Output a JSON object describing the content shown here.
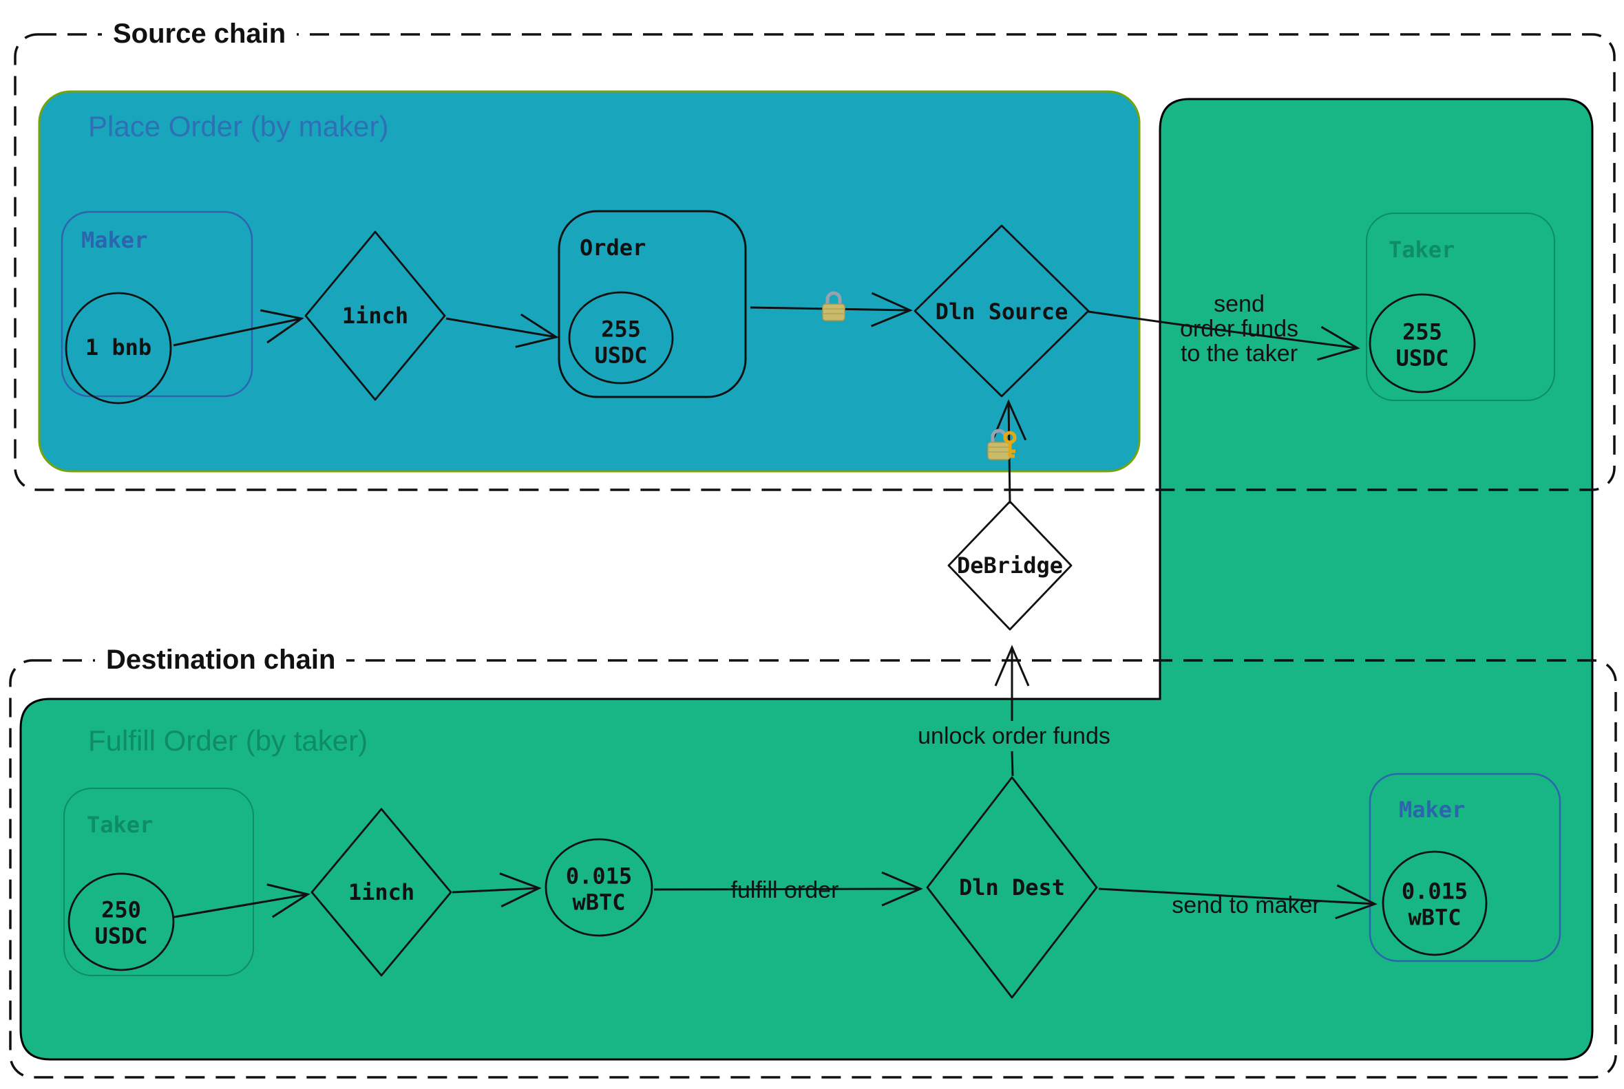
{
  "colors": {
    "teal_fill": "#19A6BD",
    "teal_border": "#76A30B",
    "green_fill": "#17B684",
    "green_dark": "#0E8C66",
    "blue": "#2D64AE",
    "blue_title": "#2F6FB5",
    "line": "#111111"
  },
  "source_chain": {
    "label": "Source chain"
  },
  "destination_chain": {
    "label": "Destination chain"
  },
  "place_order": {
    "title": "Place Order (by maker)",
    "maker": {
      "label": "Maker",
      "asset": "1 bnb"
    },
    "dex": {
      "label": "1inch"
    },
    "order": {
      "label": "Order",
      "asset": "255 USDC"
    },
    "dln_source": {
      "label": "Dln Source"
    }
  },
  "transfer": {
    "label": "send\norder funds\nto the taker",
    "taker": {
      "label": "Taker",
      "asset": "255 USDC"
    }
  },
  "bridge": {
    "label": "DeBridge",
    "unlock_label": "unlock order funds"
  },
  "fulfill_order": {
    "title": "Fulfill Order (by taker)",
    "taker": {
      "label": "Taker",
      "asset": "250 USDC"
    },
    "dex": {
      "label": "1inch"
    },
    "swap_result": {
      "asset": "0.015 wBTC"
    },
    "fulfill_label": "fulfill order",
    "dln_dest": {
      "label": "Dln Dest"
    },
    "send_label": "send to maker",
    "maker": {
      "label": "Maker",
      "asset": "0.015 wBTC"
    }
  }
}
